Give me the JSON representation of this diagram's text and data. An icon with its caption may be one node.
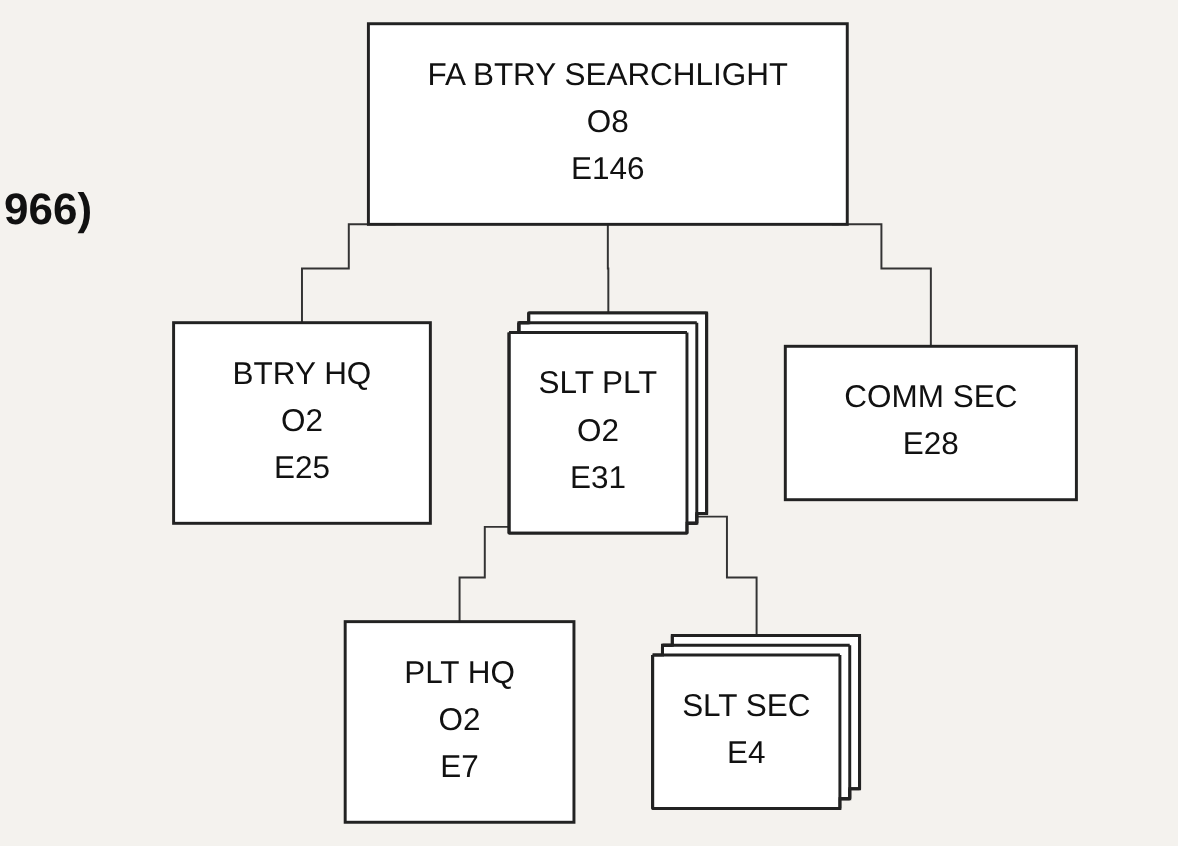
{
  "diagram": {
    "nodes": [
      {
        "text": [
          "FA BTRY SEARCHLIGHT",
          "O8",
          "E146"
        ]
      },
      {
        "text": [
          "BTRY HQ",
          "O2",
          "E25"
        ]
      },
      {
        "text": [
          "SLT PLT",
          "O2",
          "E31"
        ]
      },
      {
        "text": [
          "COMM SEC",
          "E28"
        ]
      },
      {
        "text": [
          "PLT HQ",
          "O2",
          "E7"
        ]
      },
      {
        "text": [
          "SLT SEC",
          "E4"
        ]
      }
    ],
    "edges": [
      {
        "from": 0,
        "to": 1,
        "arrow": "none"
      },
      {
        "from": 0,
        "to": 2,
        "arrow": "none"
      },
      {
        "from": 0,
        "to": 3,
        "arrow": "none"
      },
      {
        "from": 2,
        "to": 4,
        "arrow": "none"
      },
      {
        "from": 2,
        "to": 5,
        "arrow": "none"
      }
    ],
    "labels": [
      "966)"
    ]
  }
}
